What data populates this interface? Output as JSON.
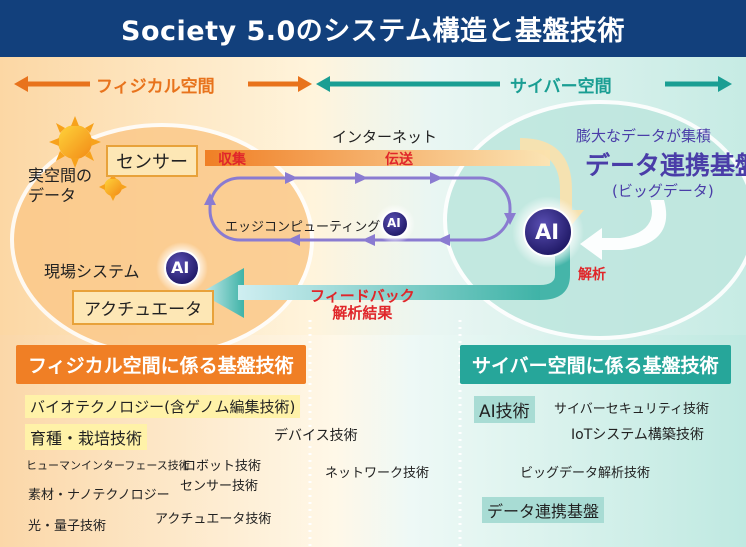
{
  "title": "Society 5.0のシステム構造と基盤技術",
  "headers": {
    "physical": "フィジカル空間",
    "cyber": "サイバー空間"
  },
  "physical": {
    "real_data": "実空間の\nデータ",
    "sensor": "センサー",
    "field_system": "現場システム",
    "actuator": "アクチュエータ"
  },
  "flow": {
    "internet": "インターネット",
    "collect": "収集",
    "transmit": "伝送",
    "edge": "エッジコンピューティング",
    "feedback": "フィードバック\n解析結果",
    "analysis": "解析"
  },
  "ai": {
    "label": "AI"
  },
  "cyber": {
    "bigdata_top": "膨大なデータが集積",
    "bigdata_main": "データ連携基盤",
    "bigdata_sub": "(ビッグデータ)"
  },
  "tech": {
    "physical_title": "フィジカル空間に係る基盤技術",
    "cyber_title": "サイバー空間に係る基盤技術",
    "bio": "バイオテクノロジー(含ゲノム編集技術)",
    "breeding": "育種・栽培技術",
    "hmi": "ヒューマンインターフェース技術",
    "robot": "ロボット技術",
    "materials": "素材・ナノテクノロジー",
    "sensor_tech": "センサー技術",
    "optical": "光・量子技術",
    "actuator_tech": "アクチュエータ技術",
    "device": "デバイス技術",
    "network": "ネットワーク技術",
    "ai_tech": "AI技術",
    "security": "サイバーセキュリティ技術",
    "iot": "IoTシステム構築技術",
    "bigdata_analysis": "ビッグデータ解析技術",
    "data_platform": "データ連携基盤"
  },
  "colors": {
    "title_bg": "#12407c",
    "physical": "#f07f25",
    "cyber": "#26a69a",
    "accent_red": "#e0262a"
  }
}
